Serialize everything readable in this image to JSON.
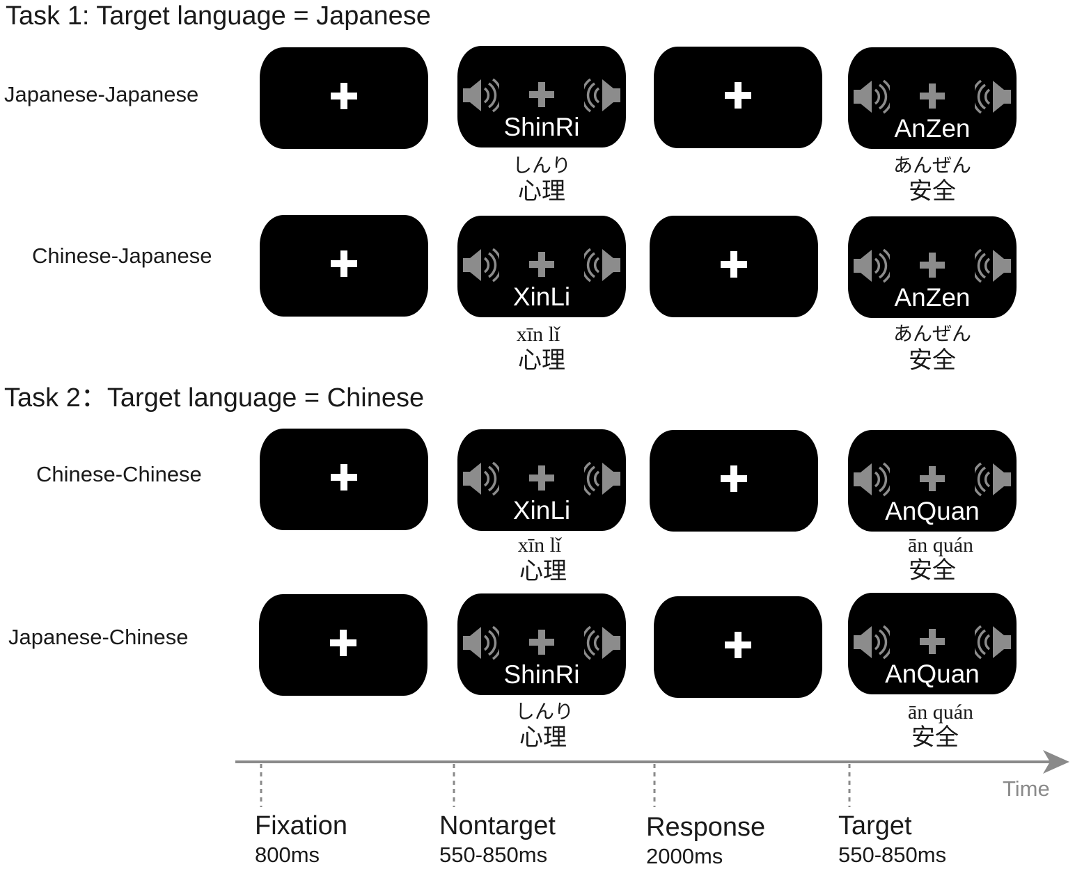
{
  "tasks": [
    {
      "title": "Task 1: Target language = Japanese",
      "conditions": [
        {
          "label": "Japanese-Japanese",
          "nontarget": {
            "word": "ShinRi",
            "reading": "しんり",
            "kanji": "心理"
          },
          "target": {
            "word": "AnZen",
            "reading": "あんぜん",
            "kanji": "安全"
          }
        },
        {
          "label": "Chinese-Japanese",
          "nontarget": {
            "word": "XinLi",
            "reading": "xīn lǐ",
            "kanji": "心理"
          },
          "target": {
            "word": "AnZen",
            "reading": "あんぜん",
            "kanji": "安全"
          }
        }
      ]
    },
    {
      "title": "Task 2：Target language = Chinese",
      "conditions": [
        {
          "label": "Chinese-Chinese",
          "nontarget": {
            "word": "XinLi",
            "reading": "xīn lǐ",
            "kanji": "心理"
          },
          "target": {
            "word": "AnQuan",
            "reading": "ān quán",
            "kanji": "安全"
          }
        },
        {
          "label": "Japanese-Chinese",
          "nontarget": {
            "word": "ShinRi",
            "reading": "しんり",
            "kanji": "心理"
          },
          "target": {
            "word": "AnQuan",
            "reading": "ān quán",
            "kanji": "安全"
          }
        }
      ]
    }
  ],
  "timeline": {
    "axis_label": "Time",
    "phases": [
      {
        "name": "Fixation",
        "duration": "800ms"
      },
      {
        "name": "Nontarget",
        "duration": "550-850ms"
      },
      {
        "name": "Response",
        "duration": "2000ms"
      },
      {
        "name": "Target",
        "duration": "550-850ms"
      }
    ]
  },
  "colors": {
    "screen": "#000000",
    "fixation_cross": "#ffffff",
    "audio_cross": "#8c8c8c",
    "speaker_icon": "#8c8c8c",
    "axis": "#8a8a8a"
  }
}
